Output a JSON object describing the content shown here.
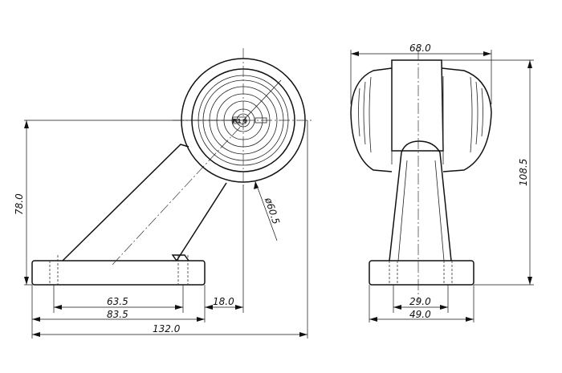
{
  "drawing": {
    "dimensions": {
      "top_width": "68.0",
      "height_right": "108.5",
      "height_left": "78.0",
      "diameter": "ø60.5",
      "base_hole_spacing": "63.5",
      "base_width_left": "83.5",
      "overall_width": "132.0",
      "offset": "18.0",
      "base_hole_spacing_right": "29.0",
      "base_width_right": "49.0"
    },
    "lens_label": "R1 ⊕"
  }
}
